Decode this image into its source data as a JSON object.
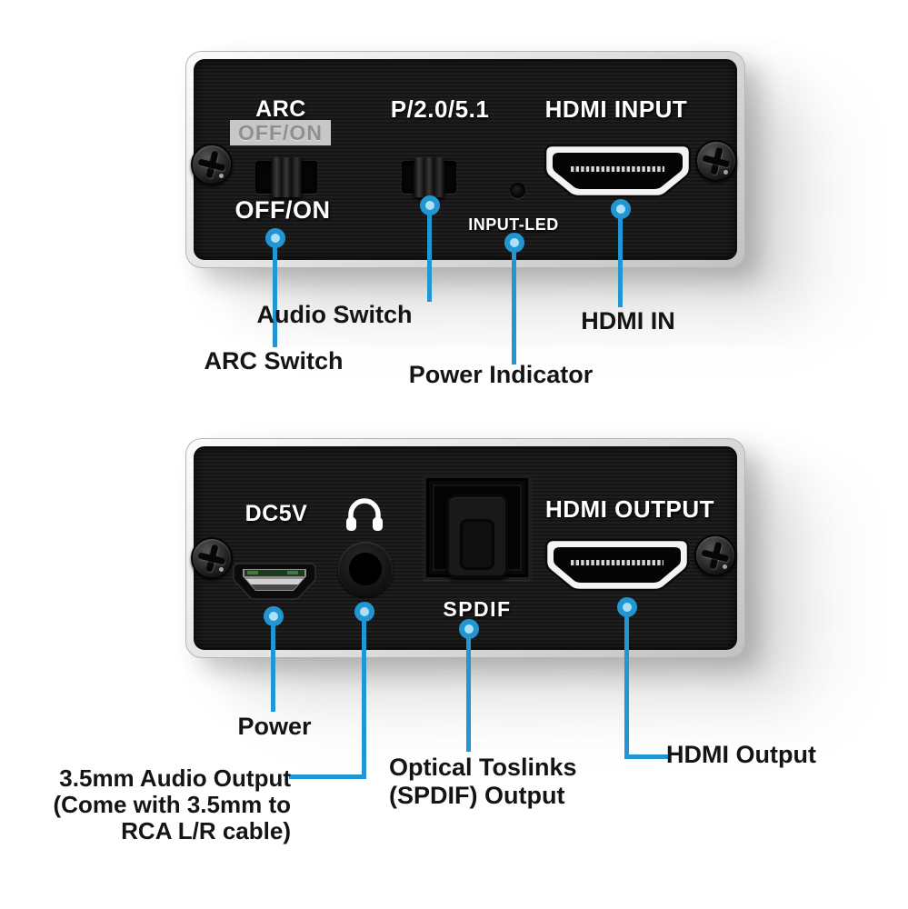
{
  "accent": {
    "callout_blue": "#2196d3",
    "callout_dot_center": "#aee0f5",
    "panel_black": "#161616",
    "frame_silver": "#d8d8d8",
    "badge_gray": "#c7c7c7"
  },
  "front_panel": {
    "labels": {
      "arc": "ARC",
      "arc_badge": "OFF/ON",
      "arc_state": "OFF/ON",
      "audio_mode": "P/2.0/5.1",
      "input_led": "INPUT-LED",
      "hdmi_input": "HDMI INPUT"
    },
    "callouts": {
      "arc_switch": "ARC Switch",
      "audio_switch": "Audio Switch",
      "power_indicator": "Power Indicator",
      "hdmi_in": "HDMI IN"
    }
  },
  "rear_panel": {
    "labels": {
      "power_port": "DC5V",
      "spdif": "SPDIF",
      "hdmi_output": "HDMI OUTPUT"
    },
    "callouts": {
      "power": "Power",
      "audio_output": [
        "3.5mm Audio Output",
        "(Come with 3.5mm to",
        "RCA L/R cable)"
      ],
      "optical": [
        "Optical Toslinks",
        "(SPDIF) Output"
      ],
      "hdmi_output": "HDMI Output"
    }
  }
}
